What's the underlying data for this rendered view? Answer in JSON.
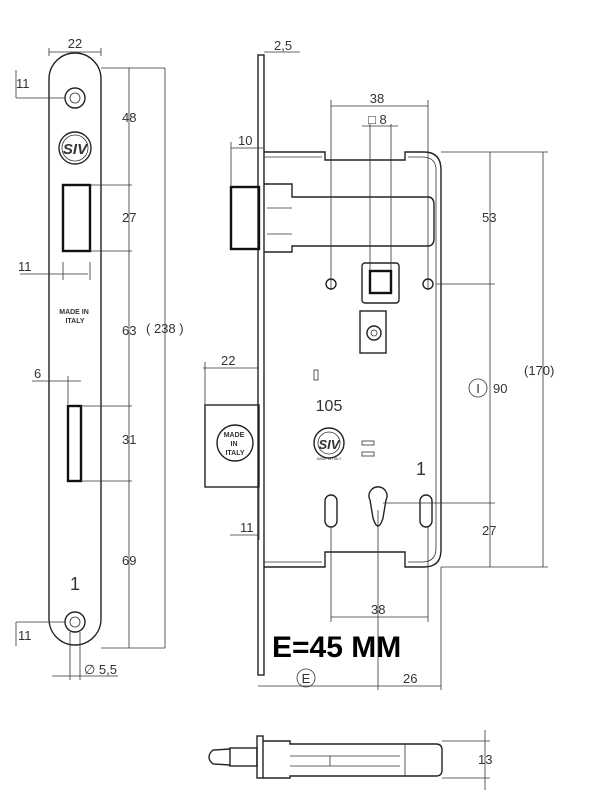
{
  "faceplate": {
    "dims": {
      "width": "22",
      "hole_offset": "11",
      "top_to_latch": "48",
      "latch_height": "27",
      "latch_inset": "11",
      "mid_span": "63",
      "total_length": "( 238 )",
      "bolt_width": "6",
      "bolt_height": "31",
      "bottom_span": "69",
      "bottom_hole_offset": "11",
      "hole_diameter": "∅ 5,5"
    },
    "made_in_label": "MADE IN\nITALY",
    "made_in_lines": [
      "MADE IN",
      "ITALY"
    ],
    "marking": "1",
    "logo_text": "SIV"
  },
  "side_view": {
    "dims": {
      "plate_thickness": "2,5",
      "spindle_spacing": "38",
      "square": "□ 8",
      "latch_projection": "10",
      "top_section": "53",
      "case_height": "(170)",
      "center_distance": "90",
      "center_distance_symbol": "I",
      "bolt_projection": "22",
      "bolt_offset": "11",
      "bottom_section": "27",
      "bottom_hole_spacing": "38",
      "backset_symbol": "E",
      "case_depth_right": "26"
    },
    "model_number": "105",
    "marking": "1",
    "stamp_lines": [
      "MADE",
      "IN",
      "ITALY"
    ],
    "logo_text": "SIV",
    "logo_ring_text": "MADE IN ITALY"
  },
  "headline": "E=45 MM",
  "bottom_view": {
    "dims": {
      "thickness": "13"
    }
  }
}
